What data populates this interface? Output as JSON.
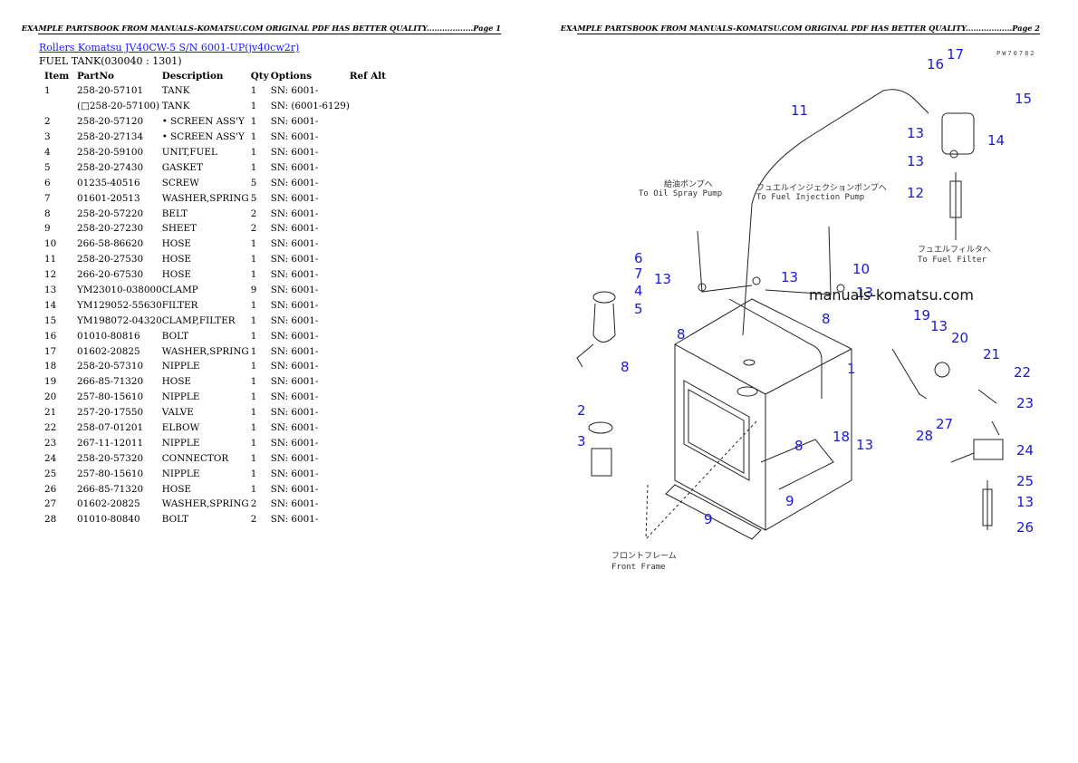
{
  "page1": {
    "header": "EXAMPLE PARTSBOOK FROM MANUALS-KOMATSU.COM ORIGINAL PDF HAS BETTER QUALITY..................Page 1",
    "link": "Rollers Komatsu JV40CW-5 S/N 6001-UP(jv40cw2r)",
    "section": "FUEL TANK(030040 : 1301)",
    "columns": [
      "Item",
      "PartNo",
      "Description",
      "Qty",
      "Options",
      "Ref Alt"
    ],
    "rows": [
      [
        "1",
        "258-20-57101",
        "TANK",
        "1",
        "SN: 6001-",
        ""
      ],
      [
        "",
        "(□258-20-57100)",
        "TANK",
        "1",
        "SN: (6001-6129)",
        ""
      ],
      [
        "2",
        "258-20-57120",
        "• SCREEN ASS'Y",
        "1",
        "SN: 6001-",
        ""
      ],
      [
        "3",
        "258-20-27134",
        "• SCREEN ASS'Y",
        "1",
        "SN: 6001-",
        ""
      ],
      [
        "4",
        "258-20-59100",
        "UNIT,FUEL",
        "1",
        "SN: 6001-",
        ""
      ],
      [
        "5",
        "258-20-27430",
        "GASKET",
        "1",
        "SN: 6001-",
        ""
      ],
      [
        "6",
        "01235-40516",
        "SCREW",
        "5",
        "SN: 6001-",
        ""
      ],
      [
        "7",
        "01601-20513",
        "WASHER,SPRING",
        "5",
        "SN: 6001-",
        ""
      ],
      [
        "8",
        "258-20-57220",
        "BELT",
        "2",
        "SN: 6001-",
        ""
      ],
      [
        "9",
        "258-20-27230",
        "SHEET",
        "2",
        "SN: 6001-",
        ""
      ],
      [
        "10",
        "266-58-86620",
        "HOSE",
        "1",
        "SN: 6001-",
        ""
      ],
      [
        "11",
        "258-20-27530",
        "HOSE",
        "1",
        "SN: 6001-",
        ""
      ],
      [
        "12",
        "266-20-67530",
        "HOSE",
        "1",
        "SN: 6001-",
        ""
      ],
      [
        "13",
        "YM23010-038000",
        "CLAMP",
        "9",
        "SN: 6001-",
        ""
      ],
      [
        "14",
        "YM129052-55630",
        "FILTER",
        "1",
        "SN: 6001-",
        ""
      ],
      [
        "15",
        "YM198072-04320",
        "CLAMP,FILTER",
        "1",
        "SN: 6001-",
        ""
      ],
      [
        "16",
        "01010-80816",
        "BOLT",
        "1",
        "SN: 6001-",
        ""
      ],
      [
        "17",
        "01602-20825",
        "WASHER,SPRING",
        "1",
        "SN: 6001-",
        ""
      ],
      [
        "18",
        "258-20-57310",
        "NIPPLE",
        "1",
        "SN: 6001-",
        ""
      ],
      [
        "19",
        "266-85-71320",
        "HOSE",
        "1",
        "SN: 6001-",
        ""
      ],
      [
        "20",
        "257-80-15610",
        "NIPPLE",
        "1",
        "SN: 6001-",
        ""
      ],
      [
        "21",
        "257-20-17550",
        "VALVE",
        "1",
        "SN: 6001-",
        ""
      ],
      [
        "22",
        "258-07-01201",
        "ELBOW",
        "1",
        "SN: 6001-",
        ""
      ],
      [
        "23",
        "267-11-12011",
        "NIPPLE",
        "1",
        "SN: 6001-",
        ""
      ],
      [
        "24",
        "258-20-57320",
        "CONNECTOR",
        "1",
        "SN: 6001-",
        ""
      ],
      [
        "25",
        "257-80-15610",
        "NIPPLE",
        "1",
        "SN: 6001-",
        ""
      ],
      [
        "26",
        "266-85-71320",
        "HOSE",
        "1",
        "SN: 6001-",
        ""
      ],
      [
        "27",
        "01602-20825",
        "WASHER,SPRING",
        "2",
        "SN: 6001-",
        ""
      ],
      [
        "28",
        "01010-80840",
        "BOLT",
        "2",
        "SN: 6001-",
        ""
      ]
    ]
  },
  "page2": {
    "header": "EXAMPLE PARTSBOOK FROM MANUALS-KOMATSU.COM ORIGINAL PDF HAS BETTER QUALITY..................Page 2",
    "drawing_code": "PW70782",
    "watermark": "manuals-komatsu.com",
    "annotations": {
      "oil_pump_jp": "給油ポンプへ",
      "oil_pump_en": "To Oil Spray Pump",
      "inj_pump_jp": "フュエルインジェクションポンプへ",
      "inj_pump_en": "To Fuel Injection Pump",
      "filter_jp": "フュエルフィルタへ",
      "filter_en": "To Fuel Filter",
      "frame_jp": "フロントフレーム",
      "frame_en": "Front Frame"
    },
    "callouts": [
      "1",
      "2",
      "3",
      "4",
      "5",
      "6",
      "7",
      "8",
      "8",
      "8",
      "8",
      "9",
      "9",
      "10",
      "11",
      "12",
      "13",
      "13",
      "13",
      "13",
      "13",
      "13",
      "13",
      "13",
      "14",
      "15",
      "16",
      "17",
      "18",
      "19",
      "20",
      "21",
      "22",
      "23",
      "24",
      "25",
      "26",
      "27",
      "28"
    ]
  }
}
